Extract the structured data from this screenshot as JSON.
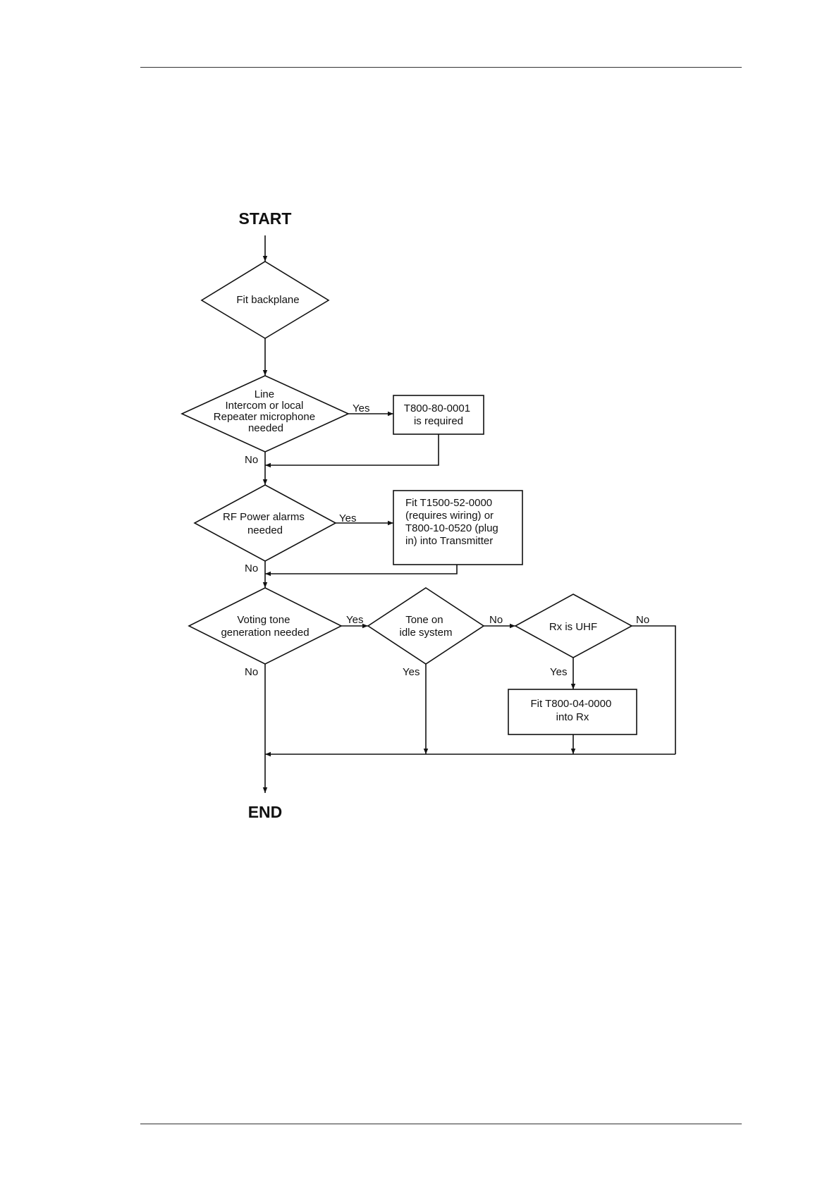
{
  "terminals": {
    "start": "START",
    "end": "END"
  },
  "decisions": {
    "fit_backplane": [
      "Fit backplane"
    ],
    "line_intercom": [
      "Line",
      "Intercom or local",
      "Repeater microphone",
      "needed"
    ],
    "rf_power": [
      "RF Power alarms",
      "needed"
    ],
    "voting_tone": [
      "Voting tone",
      "generation needed"
    ],
    "tone_idle": [
      "Tone on",
      "idle system"
    ],
    "rx_uhf": [
      "Rx is UHF"
    ]
  },
  "processes": {
    "t800_80": [
      "T800-80-0001",
      "is required"
    ],
    "t1500": [
      "Fit T1500-52-0000",
      "(requires wiring) or",
      "T800-10-0520 (plug",
      "in) into Transmitter"
    ],
    "t800_04": [
      "Fit T800-04-0000",
      "into Rx"
    ]
  },
  "edge_labels": {
    "yes": "Yes",
    "no": "No"
  }
}
